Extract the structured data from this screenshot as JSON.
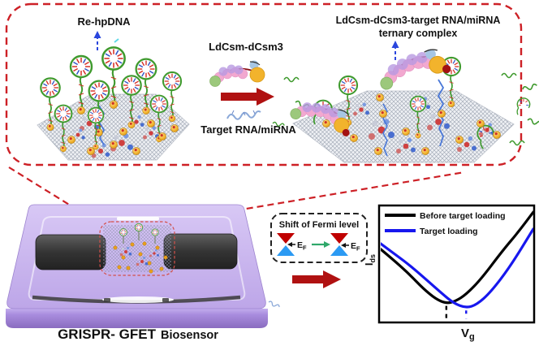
{
  "labels": {
    "re_hpdna": "Re-hpDNA",
    "ldcsm": "LdCsm-dCsm3",
    "target_rna": "Target RNA/miRNA",
    "ternary_line1": "LdCsm-dCsm3-target RNA/miRNA",
    "ternary_line2": "ternary complex"
  },
  "chip": {
    "label_main": "GRISPR- GFET",
    "label_secondary": "Biosensor"
  },
  "fermi": {
    "title": "Shift of Fermi level",
    "ef_main": "E",
    "ef_sub": "F"
  },
  "chart_data": {
    "type": "line",
    "title": "",
    "xlabel": {
      "main": "V",
      "sub": "g"
    },
    "ylabel": {
      "main": "I",
      "sub": "ds"
    },
    "axis_numeric_labels": "none (schematic, unlabeled axes)",
    "legend_position": "top-left",
    "series": [
      {
        "name": "Before target loading",
        "color": "#000000",
        "x": [
          0,
          8,
          18,
          28,
          36,
          43,
          49,
          56,
          66,
          80,
          90,
          100
        ],
        "y": [
          63,
          54,
          42,
          28,
          19,
          15,
          17,
          23,
          37,
          62,
          78,
          96
        ]
      },
      {
        "name": "Target loading",
        "color": "#1717ee",
        "x": [
          0,
          8,
          18,
          30,
          40,
          48,
          56,
          63,
          72,
          85,
          100
        ],
        "y": [
          68,
          60,
          50,
          36,
          24,
          15,
          11,
          14,
          25,
          48,
          81
        ]
      }
    ],
    "dirac_point_markers": [
      {
        "series": "Before target loading",
        "x": 43,
        "style": "black dashed tick"
      },
      {
        "series": "Target loading",
        "x": 56,
        "style": "blue dashed tick"
      }
    ],
    "description": "Schematic GFET transfer curves; Dirac point shifts right after target RNA/miRNA loading"
  },
  "colors": {
    "callout_red": "#cd2026",
    "block_arrow_red": "#b01111",
    "biosensor_label_blue": "#2525cd",
    "blue_dashed_arrow": "#2a46dd",
    "fermi_green_arrow": "#2fa86a",
    "dirac_cone_red": "#c00000",
    "dirac_cone_blue": "#2b9af3",
    "hairpin_green": "#3f9a2e",
    "gold_nanoparticle": "#e8a41c",
    "chip_purple": "#c5b1e9",
    "electrode_gray": "#3c3c3c"
  },
  "icons": {
    "up-arrow-icon": "blue dashed upward arrow",
    "reaction-arrow-icon": "dark red block right arrow",
    "fermi-shift-arrow-icon": "green right arrow",
    "dirac-cone-icon": "red over blue hourglass cones with E_F pointer",
    "hairpin-dna-icon": "green loop with red/blue base ticks on wavy stem",
    "gold-nanoparticle-icon": "gold sphere with red dot",
    "graphene-sheet-icon": "gray hexagonal mesh sheet",
    "protein-complex-icon": "pink/violet bead chain with green and gold subunits",
    "rna-squiggle-icon": "light blue wavy strand"
  }
}
